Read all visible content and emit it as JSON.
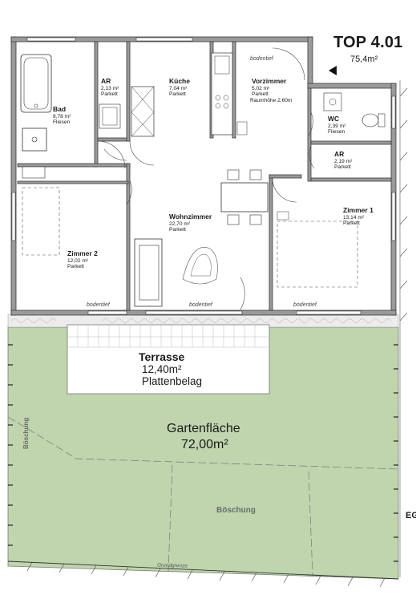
{
  "unit": {
    "code": "TOP 4.01",
    "area": "75,4m²"
  },
  "rooms": {
    "bad": {
      "name": "Bad",
      "area": "8,78 m²",
      "floor": "Fliesen"
    },
    "ar1": {
      "name": "AR",
      "area": "2,13 m²",
      "floor": "Parkett"
    },
    "kueche": {
      "name": "Küche",
      "area": "7,04 m²",
      "floor": "Parkett"
    },
    "vorzimmer": {
      "name": "Vorzimmer",
      "area": "5,02 m²",
      "floor": "Parkett",
      "note": "Raumhöhe 2,60m"
    },
    "wc": {
      "name": "WC",
      "area": "2,39 m²",
      "floor": "Fliesen"
    },
    "ar2": {
      "name": "AR",
      "area": "2,19 m²",
      "floor": "Parkett"
    },
    "zimmer1": {
      "name": "Zimmer 1",
      "area": "13,14 m²",
      "floor": "Parkett"
    },
    "wohnzimmer": {
      "name": "Wohnzimmer",
      "area": "22,70 m²",
      "floor": "Parkett"
    },
    "zimmer2": {
      "name": "Zimmer 2",
      "area": "12,02 m²",
      "floor": "Parkett"
    }
  },
  "window_notes": {
    "entry": "bodentief",
    "zimmer2": "bodentief",
    "wohnzimmer": "bodentief",
    "zimmer1": "bodentief"
  },
  "terrace": {
    "name": "Terrasse",
    "area": "12,40m²",
    "material": "Plattenbelag"
  },
  "garden": {
    "name": "Gartenfläche",
    "area": "72,00m²"
  },
  "slope_left": "Böschung",
  "slope_bottom": "Böschung",
  "boundary": "Grundgrenze",
  "edge_text": "EG",
  "colors": {
    "garden": "#bfd5ae",
    "wall": "#3a3a3a",
    "wall_fill": "#8a8a8a",
    "terrace": "#ffffff",
    "paving": "#e6e6e6"
  }
}
